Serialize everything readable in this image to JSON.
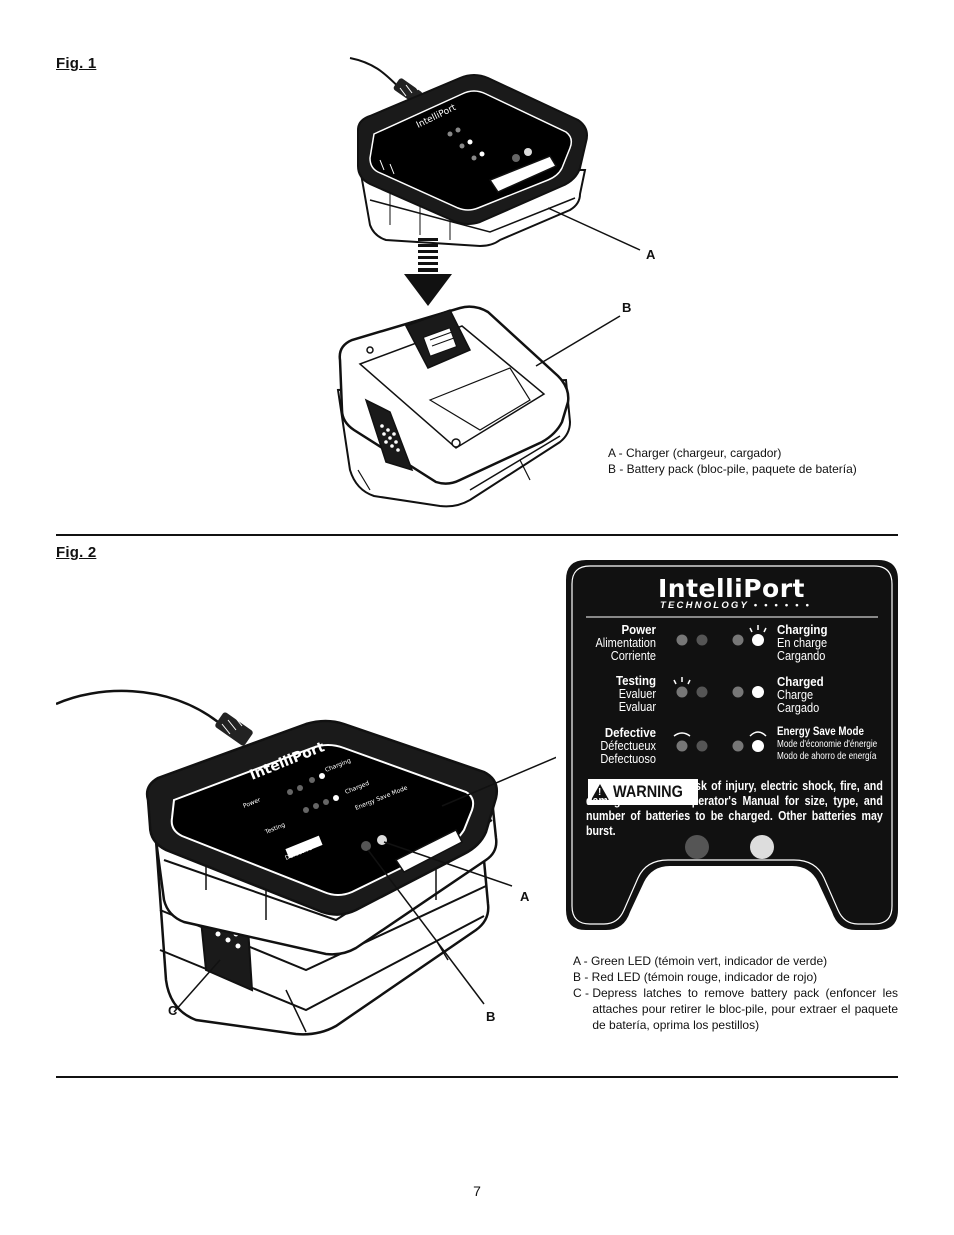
{
  "fig1": {
    "title": "Fig. 1",
    "callout_a": "A",
    "callout_b": "B",
    "legend": [
      {
        "key": "A - ",
        "text": "Charger (chargeur, cargador)"
      },
      {
        "key": "B - ",
        "text": "Battery pack (bloc-pile, paquete de batería)"
      }
    ]
  },
  "fig2": {
    "title": "Fig. 2",
    "callout_a": "A",
    "callout_b": "B",
    "callout_c": "C",
    "panel": {
      "brand": "IntelliPort",
      "brand_sub": "TECHNOLOGY",
      "power": [
        "Power",
        "Alimentation",
        "Corriente"
      ],
      "testing": [
        "Testing",
        "Evaluer",
        "Evaluar"
      ],
      "defective": [
        "Defective",
        "Défectueux",
        "Defectuoso"
      ],
      "charging": [
        "Charging",
        "En charge",
        "Cargando"
      ],
      "charged": [
        "Charged",
        "Charge",
        "Cargado"
      ],
      "energy": [
        "Energy Save Mode",
        "Mode d'économie d'énergie",
        "Modo de ahorro de energía"
      ],
      "warning_label": "WARNING",
      "warning_text": "Risk of injury, electric shock, fire, and damage. Refer to Operator's Manual for size, type, and number of batteries to be charged. Other batteries may burst."
    },
    "legend": [
      {
        "key": "A - ",
        "text": "Green LED (témoin vert, indicador de verde)"
      },
      {
        "key": "B - ",
        "text": "Red LED (témoin rouge, indicador de rojo)"
      },
      {
        "key": "C - ",
        "text": "Depress latches to remove battery pack (enfoncer les attaches pour retirer le bloc-pile, pour extraer el paquete de batería, oprima los pestillos)"
      }
    ]
  },
  "page_number": "7"
}
